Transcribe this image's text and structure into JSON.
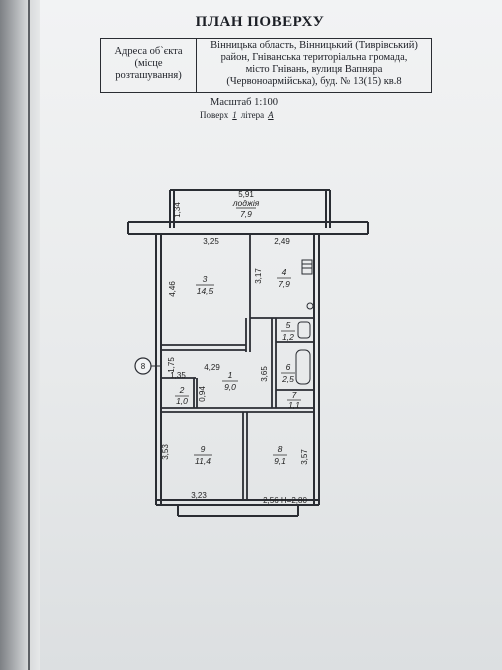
{
  "header": {
    "title": "ПЛАН ПОВЕРХУ",
    "address_label": "Адреса об`єкта\n(місце\nрозташування)",
    "address_value": "Вінницька область, Вінницький (Тиврівський)\nрайон, Гніванська територіальна громада,\nмісто Гнівань, вулиця Вапняра\n(Червоноармійська), буд. № 13(15) кв.8",
    "scale": "Масштаб 1:100",
    "floor_prefix": "Поверх",
    "floor_value": "1",
    "litera_prefix": "літера",
    "litera_value": "А"
  },
  "plan": {
    "axis_marker": "8",
    "dimensions": {
      "loggia_width": "5,91",
      "loggia_depth": "1,34",
      "room3_width": "3,25",
      "room4_width": "2,49",
      "room3_length": "4,46",
      "room4_length": "3,17",
      "wall_side": "1,75",
      "corridor_width": "4,29",
      "corridor_length": "3,65",
      "room2_width": "1,35",
      "room2_depth": "0,94",
      "room9_length": "3,53",
      "room8_length": "3,57",
      "room9_width": "3,23",
      "room8_width_height": "2,56 Н=2,80"
    },
    "rooms": [
      {
        "number": "",
        "name": "лоджія",
        "area": "7,9"
      },
      {
        "number": "3",
        "area": "14,5"
      },
      {
        "number": "4",
        "area": "7,9"
      },
      {
        "number": "5",
        "area": "1,2"
      },
      {
        "number": "6",
        "area": "2,5"
      },
      {
        "number": "1",
        "area": "9,0"
      },
      {
        "number": "7",
        "area": "1,1"
      },
      {
        "number": "2",
        "area": "1,0"
      },
      {
        "number": "9",
        "area": "11,4"
      },
      {
        "number": "8",
        "area": "9,1"
      }
    ]
  }
}
